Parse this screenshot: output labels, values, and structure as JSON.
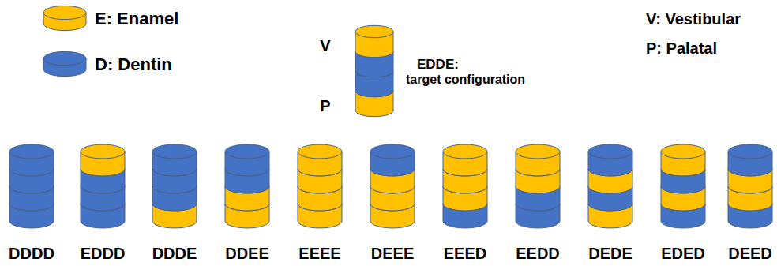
{
  "diagram": {
    "labels": [
      "V: Vestibular",
      "P: Palatal",
      "V",
      "P",
      "EDDE:",
      "target configuration",
      "DDDD",
      "EDDD",
      "DDDE",
      "DDEE",
      "EEEE",
      "DEEE",
      "EEED",
      "EEDD",
      "DEDE",
      "EDED",
      "DEED"
    ],
    "legend": [
      {
        "text": "E: Enamel",
        "color": "#FFC000"
      },
      {
        "text": "D: Dentin",
        "color": "#4472C4"
      }
    ]
  }
}
